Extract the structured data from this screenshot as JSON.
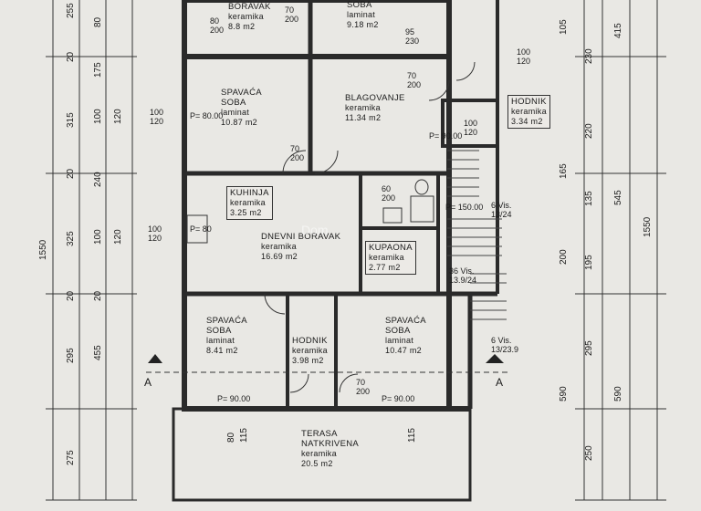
{
  "rooms": [
    {
      "name": "BORAVAK",
      "floor": "keramika",
      "area": "8.8 m2"
    },
    {
      "name": "SOBA",
      "floor": "laminat",
      "area": "9.18 m2"
    },
    {
      "name": "SPAVAĆA SOBA",
      "floor": "laminat",
      "area": "10.87 m2"
    },
    {
      "name": "BLAGOVANJE",
      "floor": "keramika",
      "area": "11.34 m2"
    },
    {
      "name": "HODNIK",
      "floor": "keramika",
      "area": "3.34 m2"
    },
    {
      "name": "KUHINJA",
      "floor": "keramika",
      "area": "3.25 m2"
    },
    {
      "name": "DNEVNI BORAVAK",
      "floor": "keramika",
      "area": "16.69 m2"
    },
    {
      "name": "KUPAONA",
      "floor": "keramika",
      "area": "2.77 m2"
    },
    {
      "name": "SPAVAĆA SOBA",
      "floor": "laminat",
      "area": "8.41 m2"
    },
    {
      "name": "HODNIK",
      "floor": "keramika",
      "area": "3.98 m2"
    },
    {
      "name": "SPAVAĆA SOBA",
      "floor": "laminat",
      "area": "10.47 m2"
    },
    {
      "name": "TERASA NATKRIVENA",
      "floor": "keramika",
      "area": "20.5 m2"
    }
  ],
  "openings": [
    {
      "w": "80",
      "h": "200"
    },
    {
      "w": "70",
      "h": "200"
    },
    {
      "w": "95",
      "h": "230"
    },
    {
      "w": "70",
      "h": "200"
    },
    {
      "w": "100",
      "h": "120"
    },
    {
      "w": "100",
      "h": "120"
    },
    {
      "w": "100",
      "h": "120"
    },
    {
      "w": "60",
      "h": "200"
    },
    {
      "w": "100",
      "h": "120"
    },
    {
      "w": "70",
      "h": "200"
    },
    {
      "w": "70",
      "h": "200"
    }
  ],
  "sills": [
    "P= 80.00",
    "P= 90.00",
    "P= 90.00",
    "P= 90.00",
    "P= 150.00",
    "P= 80"
  ],
  "stairs": [
    {
      "a": "6 Vis.",
      "b": "13/24"
    },
    {
      "a": "36 Vis.",
      "b": "13.9/24"
    },
    {
      "a": "6 Vis.",
      "b": "13/23.9"
    }
  ],
  "section_marker": "A",
  "left_dims": [
    "1550",
    "325",
    "455",
    "275",
    "255",
    "175",
    "315",
    "240",
    "295",
    "20",
    "20",
    "20",
    "20"
  ],
  "left_inner": [
    "80",
    "100",
    "120",
    "100",
    "120",
    "80",
    "115",
    "115"
  ],
  "right_dims": [
    "415",
    "545",
    "1550",
    "105",
    "230",
    "220",
    "165",
    "135",
    "195",
    "200",
    "295",
    "590",
    "250",
    "590"
  ],
  "watermark": "Dom"
}
